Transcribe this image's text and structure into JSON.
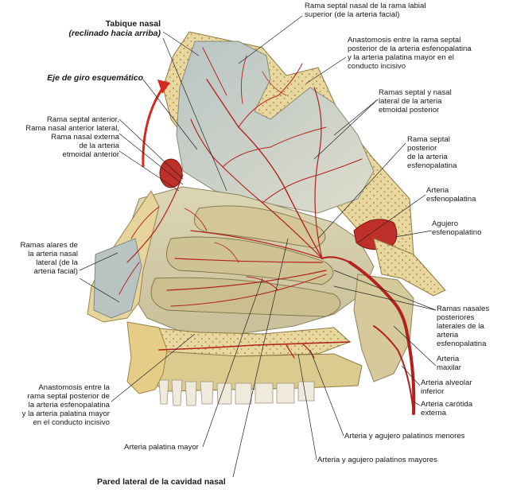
{
  "labels": {
    "tabique_title": "Tabique nasal",
    "tabique_sub": "(reclinado hacia arriba)",
    "eje_giro": "Eje de giro esquemático",
    "rama_septal_anterior": [
      "Rama septal anterior,",
      "Rama nasal anterior lateral,",
      "Rama nasal externa",
      "de la arteria",
      "etmoidal anterior"
    ],
    "ramas_alares": [
      "Ramas alares de",
      "la arteria nasal",
      "lateral (de la",
      "arteria facial)"
    ],
    "anastomosis_inferior": [
      "Anastomosis entre la",
      "rama septal posterior de",
      "la arteria esfenopalatina",
      "y la arteria palatina mayor",
      "en el conducto incisivo"
    ],
    "arteria_palatina_mayor": "Arteria palatina mayor",
    "pared_lateral": "Pared lateral de la cavidad nasal",
    "rama_septal_labial": [
      "Rama septal nasal de la rama labial",
      "superior (de la arteria facial)"
    ],
    "anastomosis_superior": [
      "Anastomosis entre la rama septal",
      "posterior de la arteria esfenopalatina",
      "y la arteria palatina mayor en el",
      "conducto incisivo"
    ],
    "ramas_etmoidal_posterior": [
      "Ramas septal y nasal",
      "lateral de la arteria",
      "etmoidal posterior"
    ],
    "rama_septal_posterior": [
      "Rama septal",
      "posterior",
      "de la arteria",
      "esfenopalatina"
    ],
    "arteria_esfenopalatina": [
      "Arteria",
      "esfenopalatina"
    ],
    "agujero_esfenopalatino": [
      "Agujero",
      "esfenopalatino"
    ],
    "ramas_nasales_posteriores": [
      "Ramas nasales",
      "posteriores",
      "laterales de la",
      "arteria",
      "esfenopalatina"
    ],
    "arteria_maxilar": [
      "Arteria",
      "maxilar"
    ],
    "arteria_alveolar": [
      "Arteria alveolar",
      "inferior"
    ],
    "arteria_carotida": [
      "Arteria carótida",
      "externa"
    ],
    "palatinos_menores": "Arteria y agujero palatinos menores",
    "palatinos_mayores": "Arteria y agujero palatinos mayores"
  },
  "colors": {
    "bone": "#e6d59a",
    "bone_dark": "#c9b36a",
    "tissue": "#d8d3b0",
    "septum": "#c4ccc8",
    "artery": "#b3221f",
    "artery_light": "#d04a3c",
    "arrow": "#d42a1e",
    "teeth": "#efeadb"
  }
}
